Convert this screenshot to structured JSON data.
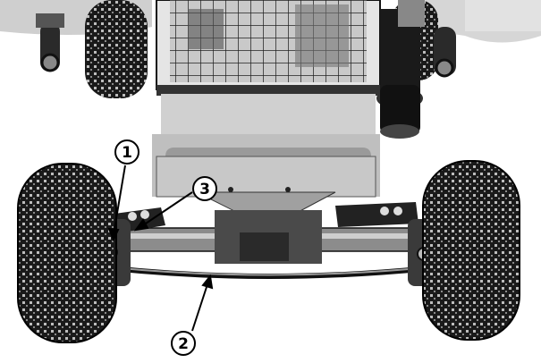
{
  "figure": {
    "callouts": [
      {
        "id": "callout-1",
        "label": "1"
      },
      {
        "id": "callout-2",
        "label": "2"
      },
      {
        "id": "callout-3",
        "label": "3"
      }
    ]
  }
}
